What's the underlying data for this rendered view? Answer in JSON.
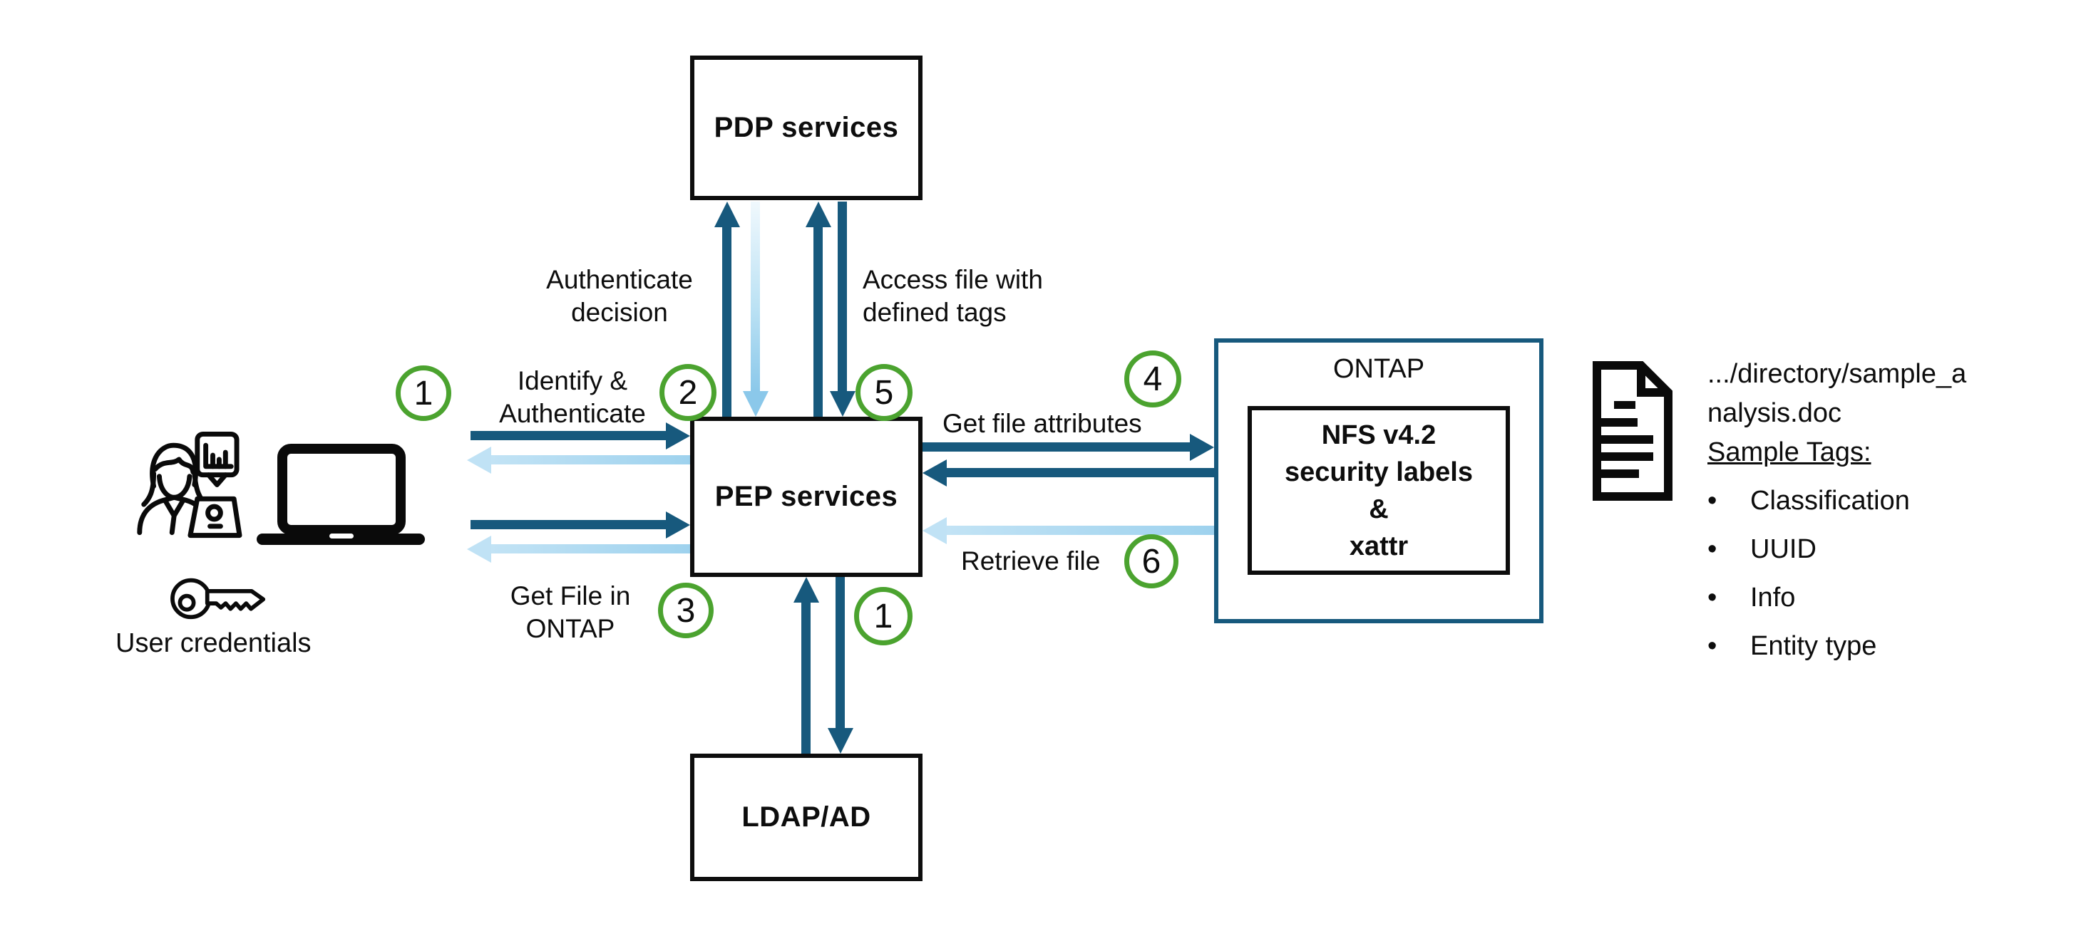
{
  "diagram": {
    "boxes": {
      "pdp": {
        "label": "PDP services"
      },
      "pep": {
        "label": "PEP services"
      },
      "ldap": {
        "label": "LDAP/AD"
      },
      "ontap": {
        "title": "ONTAP",
        "inner_lines": [
          "NFS v4.2",
          "security labels",
          "&",
          "xattr"
        ]
      }
    },
    "labels": {
      "authenticate_decision": [
        "Authenticate",
        "decision"
      ],
      "access_file": [
        "Access file with",
        "defined tags"
      ],
      "identify_authenticate": [
        "Identify &",
        "Authenticate"
      ],
      "get_file_in_ontap": [
        "Get File in",
        "ONTAP"
      ],
      "get_file_attributes": "Get file attributes",
      "retrieve_file": "Retrieve file",
      "user_credentials": "User credentials"
    },
    "steps": {
      "identify": "1",
      "decision": "2",
      "get_file": "3",
      "attributes": "4",
      "access": "5",
      "retrieve": "6",
      "ldap_lookup": "1"
    },
    "file_info": {
      "path_line1": ".../directory/sample_a",
      "path_line2": "nalysis.doc",
      "tags_heading": "Sample Tags:",
      "tags": [
        "Classification",
        "UUID",
        "Info",
        "Entity type"
      ]
    },
    "icons": {
      "analyst": "analyst-user-icon",
      "laptop": "laptop-icon",
      "key": "key-icon",
      "document": "document-icon"
    },
    "colors": {
      "dark_arrow": "#17597d",
      "light_arrow": "#a3d6ef",
      "step_circle": "#4ba32f"
    }
  }
}
